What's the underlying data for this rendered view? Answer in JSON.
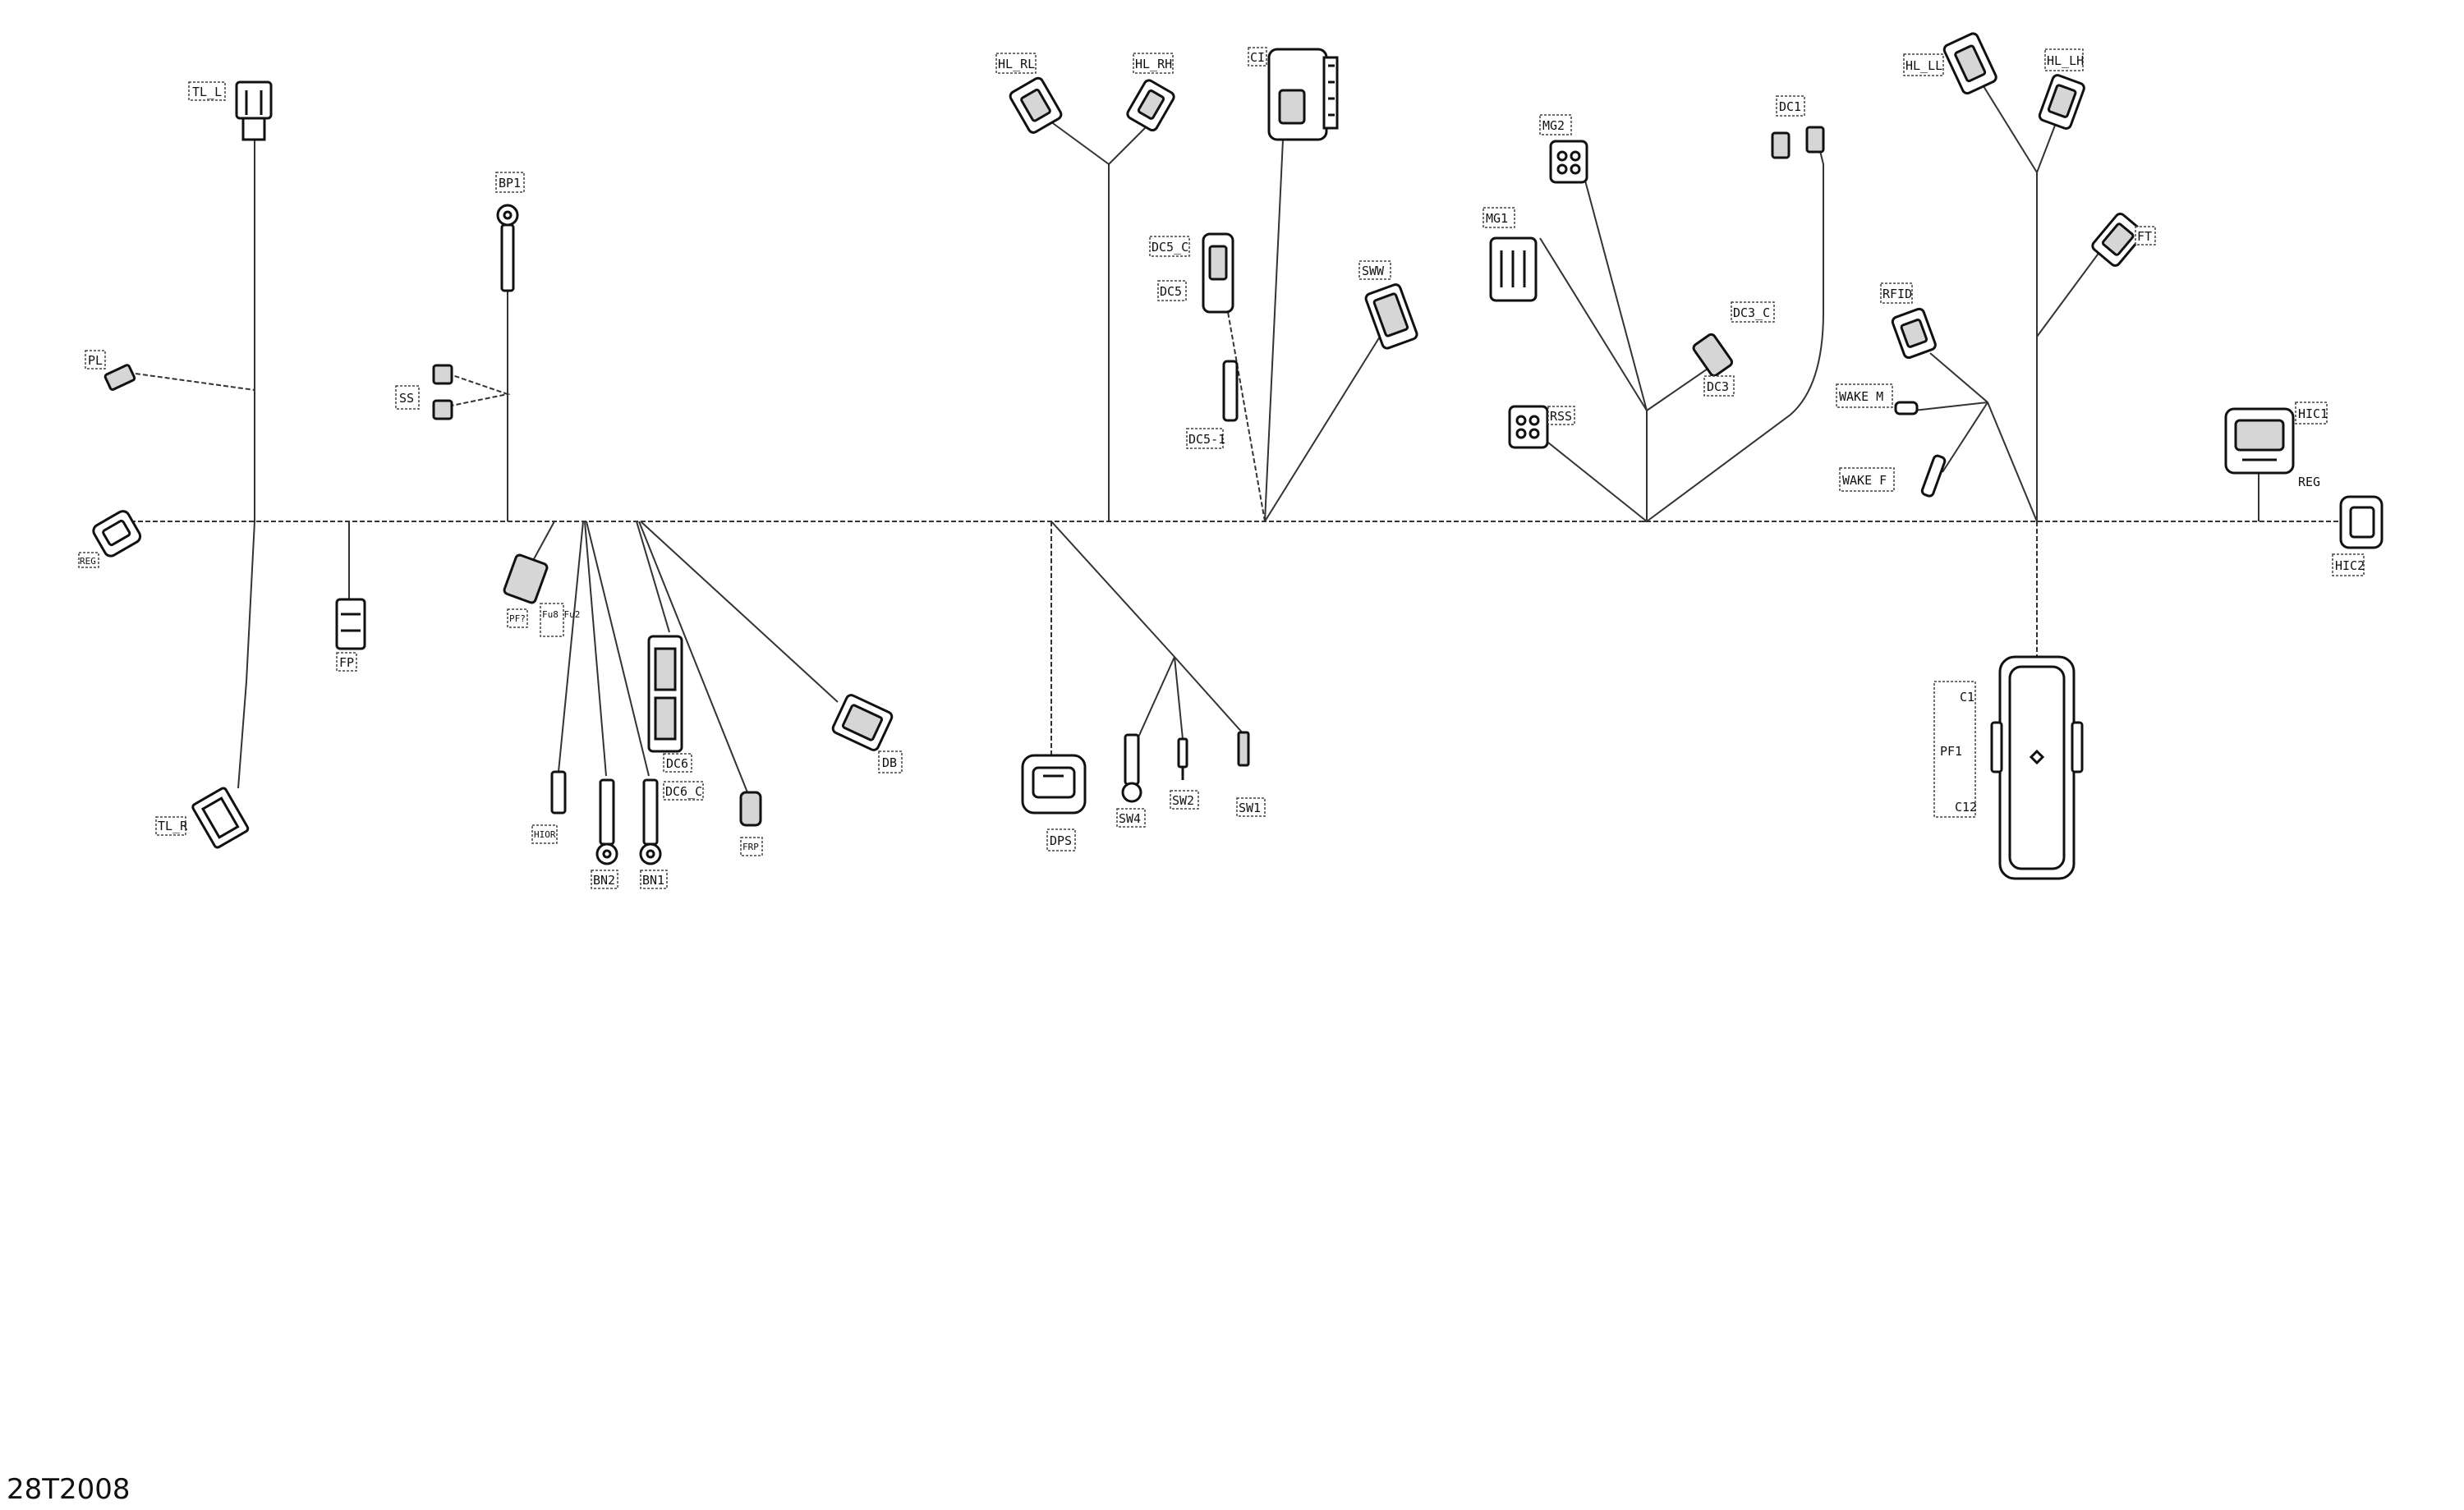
{
  "document_number": "28T2008",
  "labels": {
    "tl_l": "TL_L",
    "tl_r": "TL_R",
    "pl": "PL",
    "reg_left": "REG",
    "fp": "FP",
    "bp1": "BP1",
    "ss": "SS",
    "pf2": "PF?",
    "fuse": "Fu8 Fu2",
    "hior": "HIOR",
    "bn2": "BN2",
    "bn1": "BN1",
    "dc6": "DC6",
    "dc6_c": "DC6_C",
    "frp": "FRP",
    "db": "DB",
    "dps": "DPS",
    "sw4": "SW4",
    "sw2": "SW2",
    "sw1": "SW1",
    "hl_rl": "HL_RL",
    "hl_rh": "HL_RH",
    "ci": "CI",
    "dc5_c": "DC5_C",
    "dc5": "DC5",
    "dc5_1": "DC5-1",
    "sww": "SWW",
    "mg2": "MG2",
    "mg1": "MG1",
    "rss": "RSS",
    "dc3_c": "DC3_C",
    "dc3": "DC3",
    "dc1": "DC1",
    "hl_ll": "HL_LL",
    "hl_lh": "HL_LH",
    "ft": "FT",
    "rfid": "RFID",
    "wake_m": "WAKE M",
    "wake_f": "WAKE F",
    "hic1": "HIC1",
    "hic2": "HIC2",
    "reg_right": "REG",
    "c1": "C1",
    "pf1": "PF1",
    "c12": "C12"
  }
}
